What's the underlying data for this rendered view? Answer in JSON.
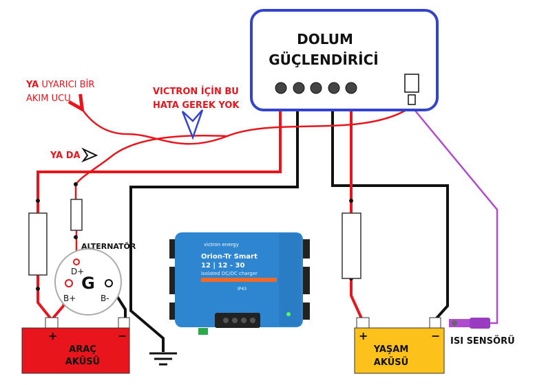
{
  "booster": {
    "line1": "DOLUM",
    "line2": "GÜÇLENDİRİCİ"
  },
  "notes": {
    "warning_current": {
      "bold": "YA",
      "rest_line1": " UYARICI BİR",
      "line2": "AKIM UCU"
    },
    "victron_note": {
      "line1": "VICTRON İÇİN BU",
      "line2": "HATA GEREK YOK"
    },
    "ya_da": "YA DA"
  },
  "alternator": {
    "title": "ALTERNATÖR",
    "center": "G",
    "d_plus": "D+",
    "b_plus": "B+",
    "b_minus": "B-"
  },
  "vehicle_battery": {
    "plus": "+",
    "minus": "−",
    "line1": "ARAÇ",
    "line2": "AKÜSÜ",
    "color": "#e8161c"
  },
  "house_battery": {
    "plus": "+",
    "minus": "−",
    "line1": "YAŞAM",
    "line2": "AKÜSÜ",
    "color": "#fcc21b"
  },
  "temp_sensor": "ISI SENSÖRÜ",
  "device": {
    "brand": "victron energy",
    "model": "Orion-Tr Smart",
    "rating": "12 | 12 - 30",
    "subtitle": "isolated DC/DC charger",
    "ip": "IP43",
    "color": "#2e86d0"
  },
  "colors": {
    "positive_wire": "#e8161c",
    "negative_wire": "#111111",
    "sensor_wire": "#b04ad0",
    "booster_border": "#3344cc"
  }
}
